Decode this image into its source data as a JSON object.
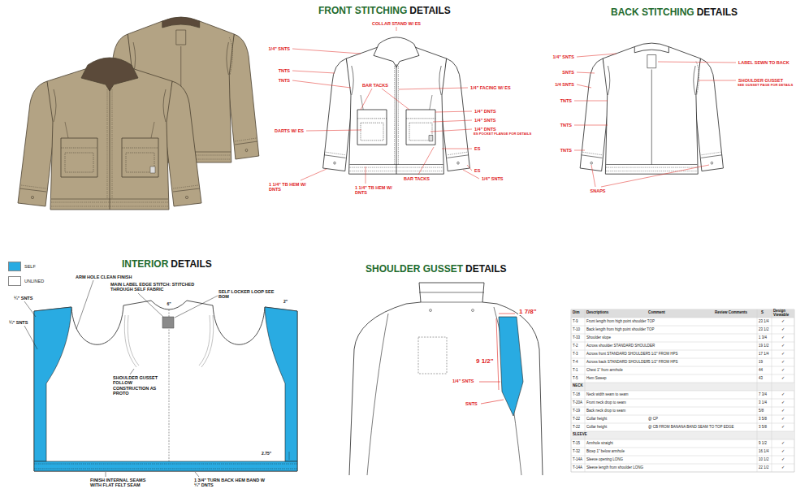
{
  "diagram": {
    "labels": [
      "FRONT STITCHING",
      "DETAILS",
      "BACK STITCHING",
      "DETAILS",
      "INTERIOR",
      "DETAILS",
      "SHOULDER GUSSET",
      "DETAILS",
      "COLLAR STAND W/ ES",
      "1/4\" SNTS",
      "TNTS",
      "TNTS",
      "1/4\" FACING W/ ES",
      "BAR TACKS",
      "1/4\" DNTS",
      "1/4\" SNTS",
      "1/4\" DNTS",
      "ES POCKET FLANGE FOR DETAILS",
      "ES",
      "DARTS W/ ES",
      "ES",
      "BAR TACKS",
      "1/4\" SNTS",
      "1 1/4\" TB HEM W/ DNTS",
      "1 1/4\" TB HEM W/ DNTS",
      "1/4\" SNTS",
      "SNTS",
      "1/4 SNTS",
      "TNTS",
      "TNTS",
      "TNTS",
      "LABEL SEWN TO BACK",
      "SHOULDER GUSSET",
      "SEE GUSSET PAGE FOR DETAILS",
      "SNAPS",
      "ARM HOLE CLEAN FINISH",
      "MAIN LABEL EDGE STITCH: STITCHED THROUGH SELF FABRIC",
      "SELF LOCKER LOOP SEE BOM",
      "¼\" SNTS",
      "¼\" SNTS",
      "6\"",
      "2\"",
      "SHOULDER GUSSET FOLLOW CONSTRUCTION AS PROTO",
      "2.75\"",
      "FINISH INTERNAL SEAMS WITH FLAT FELT SEAM",
      "1 3/4\" TURN BACK HEM BAND W ¼\" DNTS",
      "1 7/8\"",
      "9 1/2\"",
      "1/4\" SNTS",
      "SNTS",
      "Dim",
      "Descriptions",
      "Comment",
      "Review Comments",
      "S",
      "Design Viewable",
      "T-9",
      "Front length from high point shoulder TOP",
      "23 1/4",
      "✓",
      "T-10",
      "Back length from high point shoulder TOP",
      "23 1/2",
      "✓",
      "T-33",
      "Shoulder slope",
      "1 3/4",
      "✓",
      "T-2",
      "Across shoulder STANDARD SHOULDER",
      "19 1/2",
      "✓",
      "T-3",
      "Across front STANDARD SHOULDER",
      "5 1/2\" FROM HPS",
      "17 1/4",
      "✓",
      "T-4",
      "Across back STANDARD SHOULDER",
      "5 1/2\" FROM HPS",
      "19",
      "✓",
      "T-1",
      "Chest 1\" from armhole",
      "44",
      "✓",
      "T-5",
      "Hem Sweep",
      "43",
      "✓",
      "NECK",
      "T-18",
      "Neck width seam to seam",
      "7 3/4",
      "✓",
      "T-20A",
      "Front neck drop to seam",
      "3 1/4",
      "✓",
      "T-19",
      "Back neck drop to seam",
      "5/8",
      "✓",
      "T-22",
      "Collar height",
      "@ CP",
      "3 5/8",
      "✓",
      "T-22",
      "Collar height",
      "@ CB FROM BANANA BAND SEAM TO TOP EDGE",
      "3 5/8",
      "✓",
      "SLEEVE",
      "T-15",
      "Armhole straight",
      "9 1/2",
      "✓",
      "T-32",
      "Bicep 1\" below armhole",
      "16 1/4",
      "✓",
      "T-14A",
      "Sleeve opening LONG",
      "10 1/2",
      "✓",
      "T-14A",
      "Sleeve length from shoulder LONG",
      "22 1/2",
      "✓"
    ],
    "legend": [
      {
        "text": "SELF",
        "color": "#29abe2"
      },
      {
        "text": "UNLINED",
        "color": "#ffffff"
      }
    ]
  }
}
